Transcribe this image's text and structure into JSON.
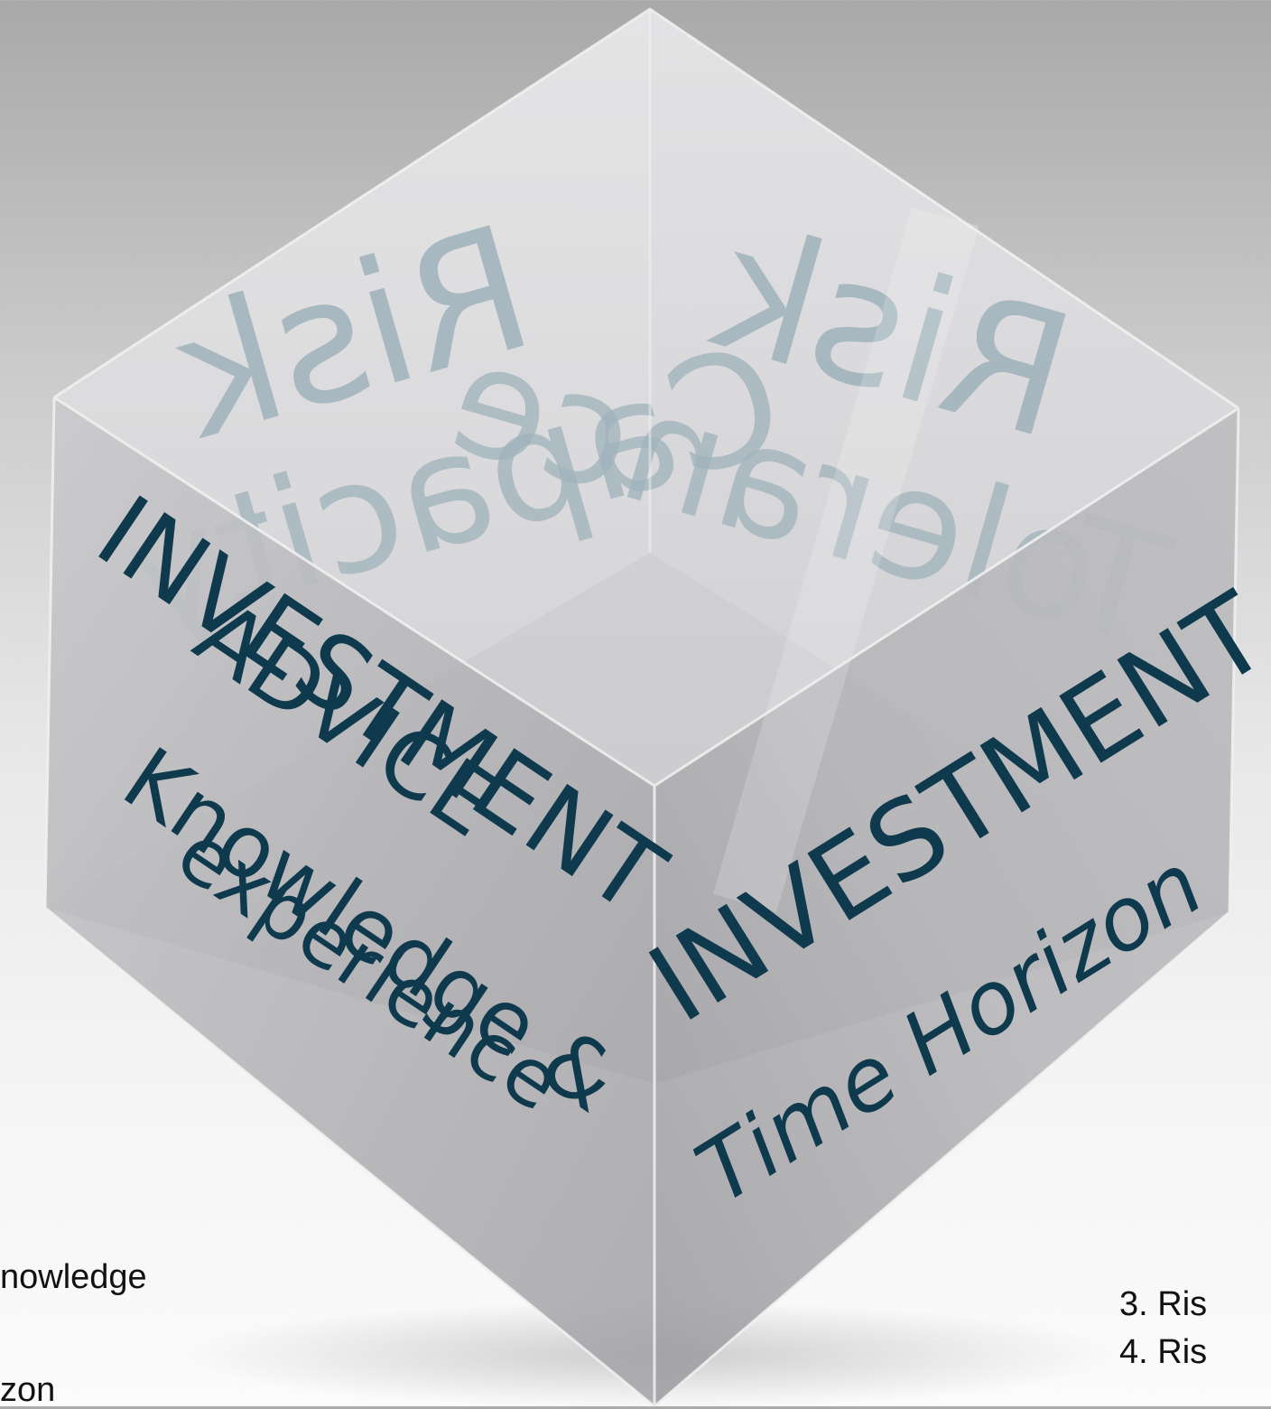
{
  "colors": {
    "text_dark": "#0f3a4e",
    "text_ghost": "#9fb2bb",
    "left_face": "#b8b8bb",
    "right_face": "#a9a9ad",
    "background_top": "#a9a9a9",
    "background_bottom": "#fbfbfb"
  },
  "cube": {
    "left_face": {
      "line1": "INVESTMENT",
      "line2": "ADVICE",
      "line3": "Knowledge &",
      "line4": "experience"
    },
    "right_face": {
      "line1": "INVESTMENT",
      "line2": "Time Horizon"
    },
    "back_left_face": {
      "line1": "Risk",
      "line2": "Capacity"
    },
    "back_right_face": {
      "line1": "Risk",
      "line2": "Tolerance"
    }
  },
  "left_fragments": {
    "item1": "nowledge",
    "item2": "zon"
  },
  "right_fragments": {
    "item1": "3. Ris",
    "item2": "4. Ris"
  }
}
